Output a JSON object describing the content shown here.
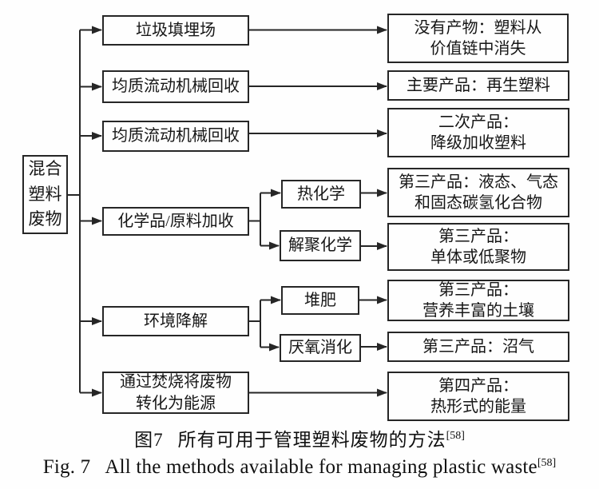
{
  "figure": {
    "source": {
      "label": "混合\n塑料\n废物"
    },
    "methods": {
      "landfill": "垃圾填埋场",
      "mech_recycle_1": "均质流动机械回收",
      "mech_recycle_2": "均质流动机械回收",
      "chem_feedstock": "化学品/原料加收",
      "env_degradation": "环境降解",
      "incineration": "通过焚烧将废物\n转化为能源"
    },
    "sub_methods": {
      "thermochemical": "热化学",
      "depolymerization": "解聚化学",
      "composting": "堆肥",
      "anaerobic_digestion": "厌氧消化"
    },
    "products": {
      "none": "没有产物：塑料从\n价值链中消失",
      "primary": "主要产品：再生塑料",
      "secondary": "二次产品：\n降级加收塑料",
      "tertiary_hydrocarbons": "第三产品：液态、气态\n和固态碳氢化合物",
      "tertiary_monomers": "第三产品：\n单体或低聚物",
      "tertiary_soil": "第三产品：\n营养丰富的土壤",
      "tertiary_biogas": "第三产品：沼气",
      "quaternary_energy": "第四产品：\n热形式的能量"
    }
  },
  "caption": {
    "zh_label": "图7",
    "zh_text": "所有可用于管理塑料废物的方法",
    "zh_ref": "[58]",
    "en_label": "Fig. 7",
    "en_text": "All the methods available for managing plastic waste",
    "en_ref": "[58]"
  },
  "colors": {
    "line": "#262626",
    "text": "#161616",
    "background": "#fefefe"
  }
}
